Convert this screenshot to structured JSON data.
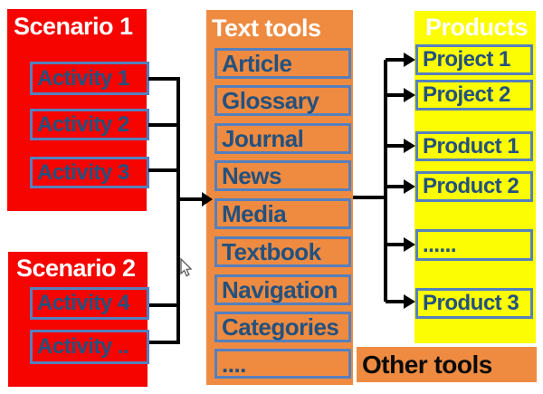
{
  "colors": {
    "scenario_fill": "#f50400",
    "tools_fill": "#ee8b41",
    "products_fill": "#fcfc03",
    "box_border": "#5580be",
    "box_text": "#23517f",
    "title_text": "#ffffff",
    "other_tools_text": "#0a0a0a",
    "connector_line": "#000000"
  },
  "scenario1": {
    "title": "Scenario 1",
    "activities": [
      "Activity 1",
      "Activity 2",
      "Activity 3"
    ]
  },
  "scenario2": {
    "title": "Scenario 2",
    "activities": [
      "Activity 4",
      "Activity .."
    ]
  },
  "text_tools": {
    "title": "Text tools",
    "items": [
      "Article",
      "Glossary",
      "Journal",
      "News",
      "Media",
      "Textbook",
      "Navigation",
      "Categories",
      "...."
    ]
  },
  "products": {
    "title": "Products",
    "items": [
      "Project 1",
      "Project 2",
      "Product 1",
      "Product 2",
      "......",
      "Product 3"
    ]
  },
  "other_tools": {
    "label": "Other tools"
  },
  "cursor": "mouse-arrow"
}
